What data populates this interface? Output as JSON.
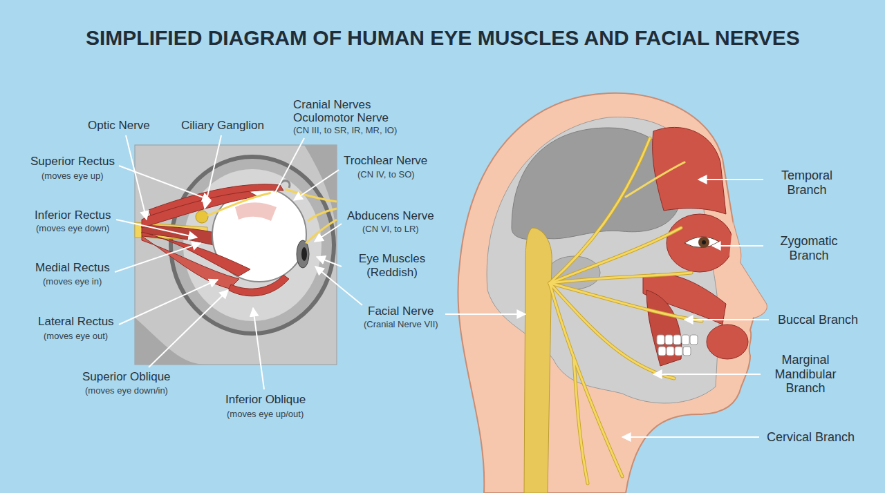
{
  "diagram": {
    "title": "SIMPLIFIED DIAGRAM OF HUMAN EYE MUSCLES AND FACIAL NERVES",
    "labels": [
      "Optic Nerve",
      "Ciliary Ganglion",
      "Cranial Nerves",
      "Oculomotor Nerve",
      "(CN III, to SR, IR, MR, IO)",
      "Superior Rectus",
      "(moves eye up)",
      "Trochlear Nerve",
      "(CN IV, to SO)",
      "Inferior Rectus",
      "(moves eye down)",
      "Abducens Nerve",
      "(CN VI, to LR)",
      "Eye Muscles (Reddish)",
      "Medial Rectus",
      "(moves eye in)",
      "Facial Nerve",
      "(Cranial Nerve VII)",
      "Lateral Rectus",
      "(moves eye out)",
      "Superior Oblique",
      "(moves eye down/in)",
      "Inferior Oblique",
      "(moves eye up/out)",
      "Temporal Branch",
      "Zygomatic Branch",
      "Buccal Branch",
      "Marginal Mandibular Branch",
      "Cervical Branch"
    ]
  }
}
